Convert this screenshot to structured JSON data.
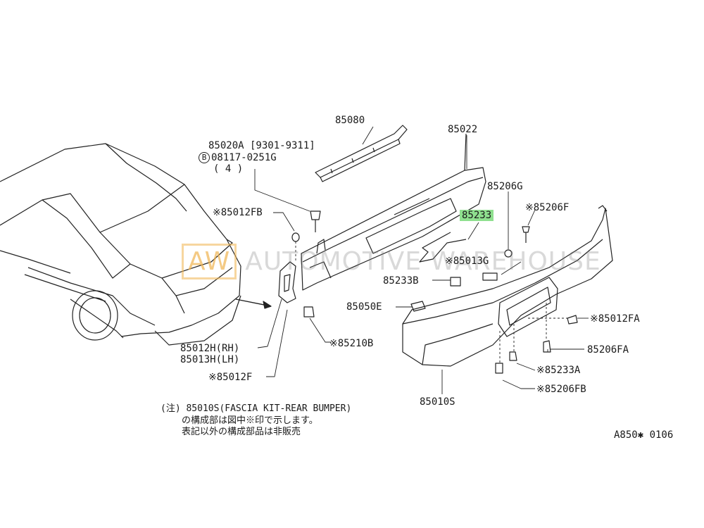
{
  "watermark": {
    "logo": "AW",
    "text": "AUTOMOTIVE WAREHOUSE"
  },
  "labels": {
    "p85080": "85080",
    "p85022": "85022",
    "p85020a": "85020A [9301-9311]",
    "bolt_circle": "B",
    "bolt": "08117-0251G",
    "bolt_qty": "( 4 )",
    "p85012fb": "※85012FB",
    "p85206g": "85206G",
    "p85233": "85233",
    "p85206f": "※85206F",
    "p85013g": "※85013G",
    "p85233b": "85233B",
    "p85050e": "85050E",
    "p85012fa": "※85012FA",
    "p85210b": "※85210B",
    "p85012h": "85012H(RH)",
    "p85013h": "85013H(LH)",
    "p85012f": "※85012F",
    "p85206fa": "85206FA",
    "p85233a": "※85233A",
    "p85206fb": "※85206FB",
    "p85010s": "85010S"
  },
  "note": {
    "line1": "(注) 85010S(FASCIA KIT-REAR BUMPER)",
    "line2": "の構成部は図中※印で示します。",
    "line3": "表記以外の構成部品は非販売"
  },
  "figure_code": "A850✱ 0106",
  "highlight_color": "#8fe08f"
}
